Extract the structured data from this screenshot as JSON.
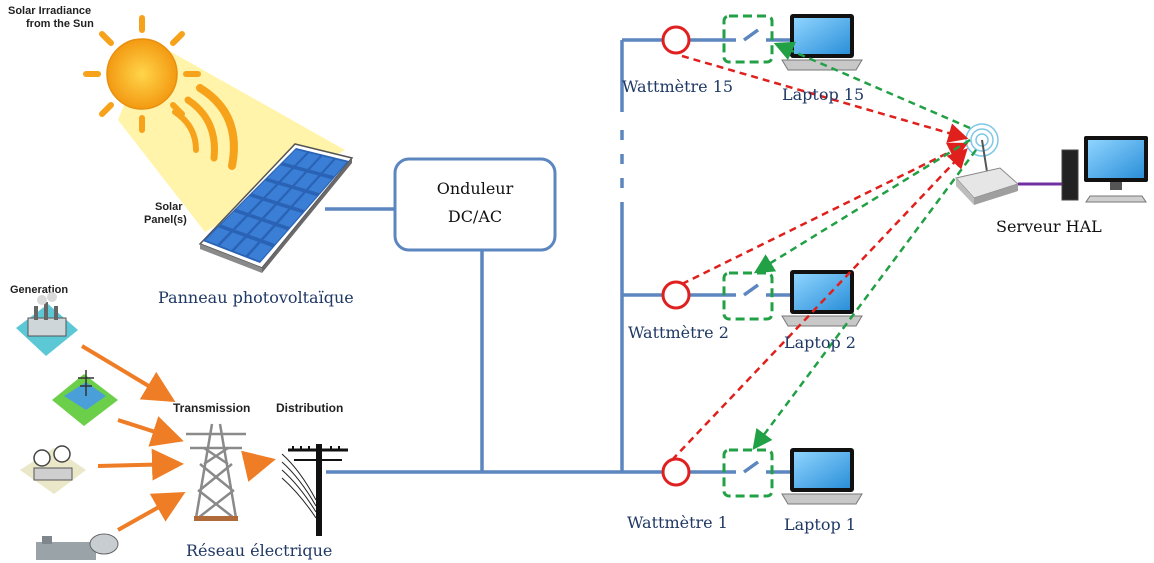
{
  "labels": {
    "solar_irradiance_line1": "Solar Irradiance",
    "solar_irradiance_line2": "from the Sun",
    "solar_panel_line1": "Solar",
    "solar_panel_line2": "Panel(s)",
    "panneau": "Panneau photovoltaïque",
    "onduleur_line1": "Onduleur",
    "onduleur_line2": "DC/AC",
    "generation": "Generation",
    "transmission": "Transmission",
    "distribution": "Distribution",
    "reseau": "Réseau électrique",
    "wattmetre_15": "Wattmètre 15",
    "wattmetre_2": "Wattmètre 2",
    "wattmetre_1": "Wattmètre 1",
    "laptop_15": "Laptop 15",
    "laptop_2": "Laptop 2",
    "laptop_1": "Laptop 1",
    "serveur": "Serveur HAL"
  },
  "colors": {
    "bus_line": "#5b86bf",
    "wattmeter_circle": "#e02020",
    "switch_box": "#22a045",
    "red_link": "#e0201c",
    "green_link": "#22a045",
    "sun": "#f7a21b",
    "beam": "#fff3a0",
    "panel_cell": "#3a7fd5",
    "arrow": "#ef7d26",
    "server_link": "#7030a0"
  }
}
